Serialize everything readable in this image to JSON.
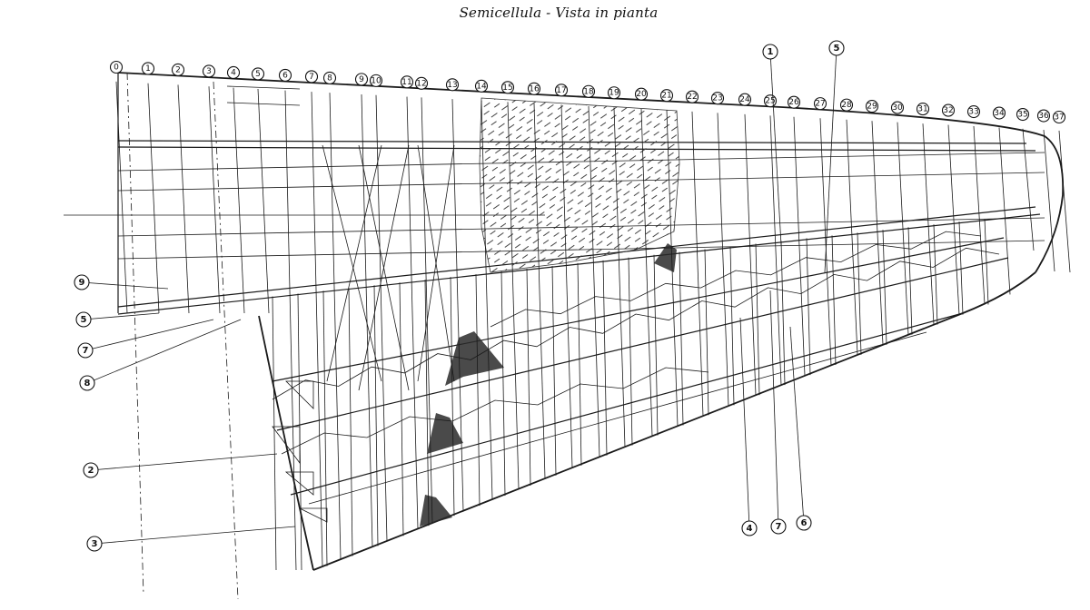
{
  "title": "Semicellula - Vista in pianta",
  "rib_numbers": [
    "0",
    "1",
    "2",
    "3",
    "4",
    "5",
    "6",
    "7",
    "8",
    "9",
    "10",
    "11",
    "12",
    "13",
    "14",
    "15",
    "16",
    "17",
    "18",
    "19",
    "20",
    "21",
    "22",
    "23",
    "24",
    "25",
    "26",
    "27",
    "28",
    "29",
    "30",
    "31",
    "32",
    "33",
    "34",
    "35",
    "36",
    "37"
  ],
  "callouts_left": [
    "9",
    "5",
    "7",
    "8",
    "2",
    "3"
  ],
  "callouts_bottom": [
    "4",
    "7",
    "6"
  ],
  "callouts_top": [
    "1",
    "5"
  ],
  "colors": {
    "ink": "#1a1a1a",
    "paper": "#ffffff"
  }
}
